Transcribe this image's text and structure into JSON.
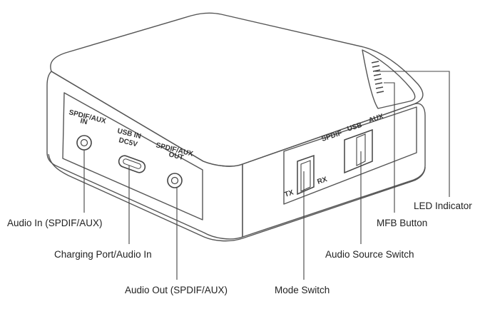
{
  "device": {
    "port_labels": {
      "spdif_in_line1": "SPDIF/AUX",
      "spdif_in_line2": "IN",
      "usb_line1": "USB IN",
      "usb_line2": "DC5V",
      "spdif_out_line1": "SPDIF/AUX",
      "spdif_out_line2": "OUT"
    },
    "switch_labels": {
      "source_spdif": "SPDIF",
      "source_usb": "USB",
      "source_aux": "AUX",
      "mode_tx": "TX",
      "mode_rx": "RX"
    }
  },
  "callouts": {
    "audio_in": "Audio In (SPDIF/AUX)",
    "charging_port": "Charging Port/Audio In",
    "audio_out": "Audio Out (SPDIF/AUX)",
    "mode_switch": "Mode Switch",
    "audio_source_switch": "Audio Source Switch",
    "mfb_button": "MFB Button",
    "led_indicator": "LED Indicator"
  }
}
